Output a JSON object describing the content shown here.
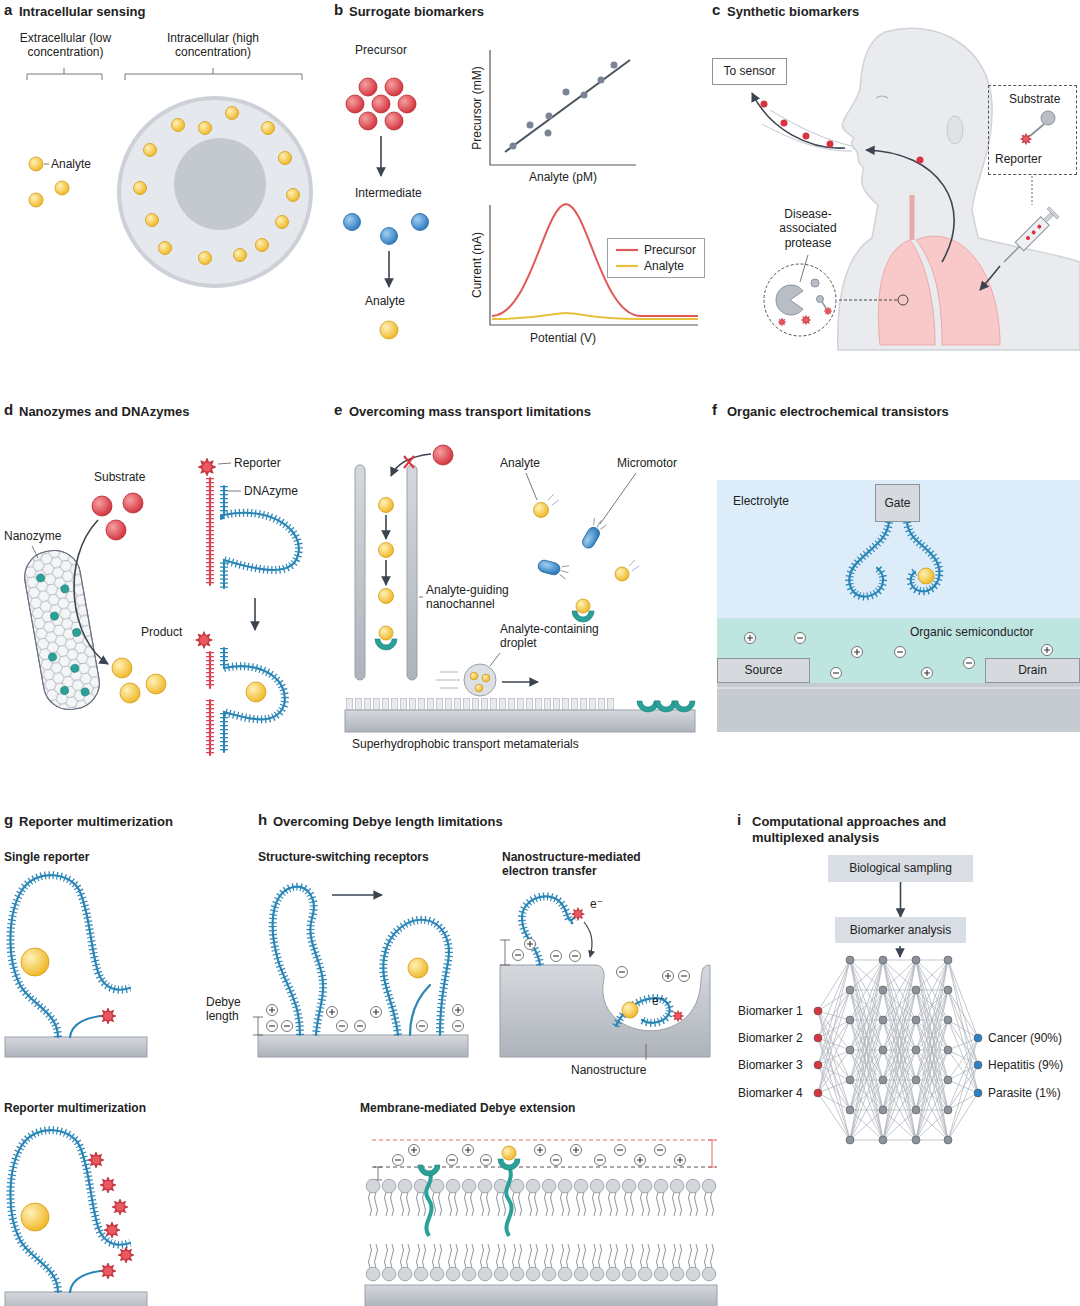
{
  "diagram": {
    "nodes": [
      {
        "text": [
          "To sensor"
        ]
      },
      {
        "text": [
          "Substrate",
          "Reporter"
        ]
      },
      {
        "text": [
          "Electrolyte"
        ]
      },
      {
        "text": [
          "Gate"
        ],
        "in": 2
      },
      {
        "text": [
          "Organic semiconductor"
        ]
      },
      {
        "text": [
          "Source"
        ],
        "in": 4
      },
      {
        "text": [
          "Drain"
        ],
        "in": 4
      },
      {
        "text": [
          "Biological sampling"
        ]
      },
      {
        "text": [
          "Biomarker analysis"
        ]
      }
    ],
    "edges": [
      {
        "from": 7,
        "to": 8,
        "arrow": "to"
      }
    ],
    "labels": [
      "a",
      "Intracellular sensing",
      "Extracellular (low concentration)",
      "Intracellular (high concentration)",
      "Analyte",
      "b",
      "Surrogate biomarkers",
      "Precursor",
      "Intermediate",
      "Analyte",
      "Precursor (mM)",
      "Analyte (pM)",
      "Current (nA)",
      "Potential (V)",
      "c",
      "Synthetic biomarkers",
      "Disease-associated protease",
      "d",
      "Nanozymes and DNAzymes",
      "Substrate",
      "Nanozyme",
      "Product",
      "Reporter",
      "DNAzyme",
      "e",
      "Overcoming mass transport limitations",
      "Analyte",
      "Micromotor",
      "Analyte-guiding nanochannel",
      "Analyte-containing droplet",
      "Superhydrophobic transport metamaterials",
      "f",
      "Organic electrochemical transistors",
      "g",
      "Reporter multimerization",
      "Single reporter",
      "Reporter multimerization",
      "h",
      "Overcoming Debye length limitations",
      "Structure-switching receptors",
      "Debye length",
      "Nanostructure-mediated electron transfer",
      "e⁻",
      "e⁻",
      "Nanostructure",
      "Membrane-mediated Debye extension",
      "i",
      "Computational approaches and multiplexed analysis",
      "Biomarker 1",
      "Biomarker 2",
      "Biomarker 3",
      "Biomarker 4",
      "Cancer (90%)",
      "Hepatitis (9%)",
      "Parasite (1%)"
    ],
    "legend": [
      {
        "text": "Precursor"
      },
      {
        "text": "Analyte"
      }
    ]
  }
}
